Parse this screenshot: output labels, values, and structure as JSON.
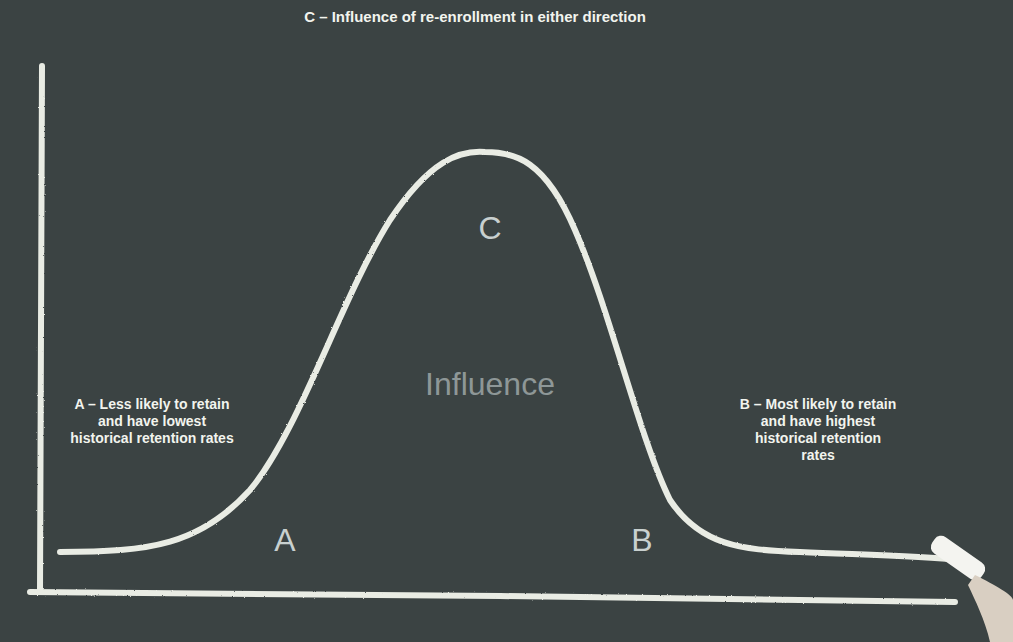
{
  "diagram": {
    "labels": [
      "C – Influence of re-enrollment in either direction",
      "C",
      "Influence",
      "A – Less likely to retain and have lowest historical retention rates",
      "A",
      "B",
      "B – Most likely to retain and have highest historical retention rates"
    ]
  }
}
